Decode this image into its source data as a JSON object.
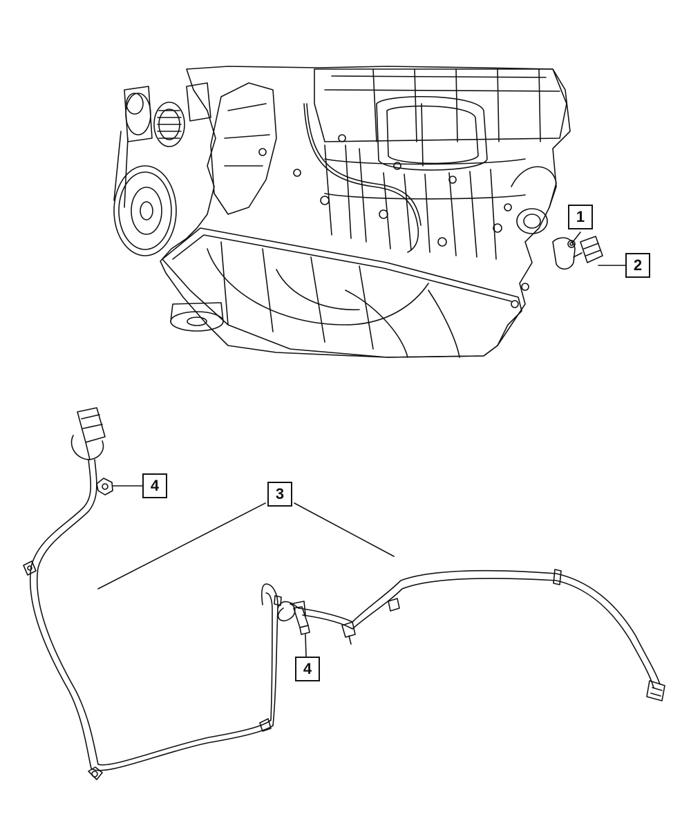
{
  "callouts": {
    "c1": "1",
    "c2": "2",
    "c3": "3",
    "c4_upper": "4",
    "c4_lower": "4"
  },
  "colors": {
    "line": "#111111",
    "background": "#ffffff"
  }
}
